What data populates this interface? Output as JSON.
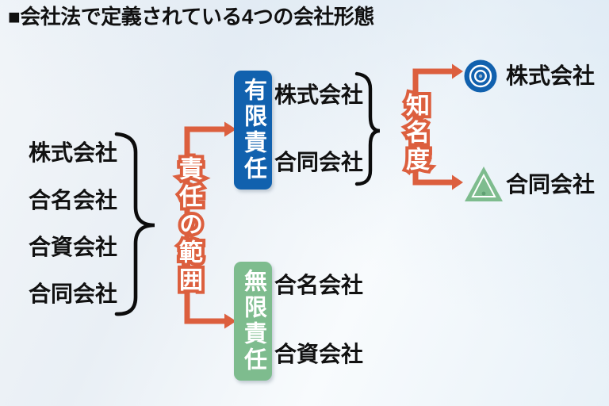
{
  "title": "■会社法で定義されている4つの会社形態",
  "left_group": {
    "items": [
      "株式会社",
      "合名会社",
      "合資会社",
      "合同会社"
    ]
  },
  "liability_axis": {
    "label": "責任の範囲"
  },
  "limited_group": {
    "box_label": "有限責任",
    "companies": [
      "株式会社",
      "合同会社"
    ]
  },
  "unlimited_group": {
    "box_label": "無限責任",
    "companies": [
      "合名会社",
      "合資会社"
    ]
  },
  "recognition_axis": {
    "label": "知名度"
  },
  "recognition_results": [
    {
      "company": "株式会社",
      "mark": "double-circle"
    },
    {
      "company": "合同会社",
      "mark": "triangle"
    }
  ],
  "colors": {
    "accent_orange": "#dc5f3e",
    "box_blue": "#1161ae",
    "box_green": "#7ebc8e",
    "text_black": "#111111"
  }
}
